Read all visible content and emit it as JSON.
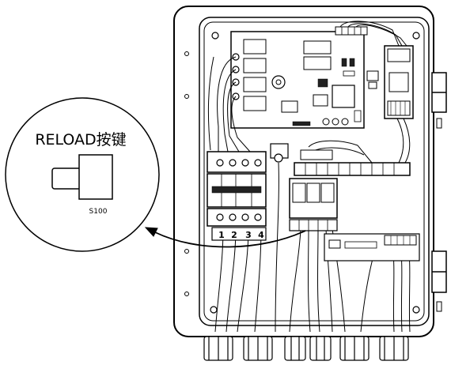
{
  "callout": {
    "title": "RELOAD按键",
    "part_code": "S100"
  },
  "terminal_numbers": [
    "1",
    "2",
    "3",
    "4"
  ],
  "colors": {
    "line": "#000000",
    "background": "#ffffff",
    "panel_fill": "#f2f2f2",
    "board_fill": "#ffffff"
  }
}
